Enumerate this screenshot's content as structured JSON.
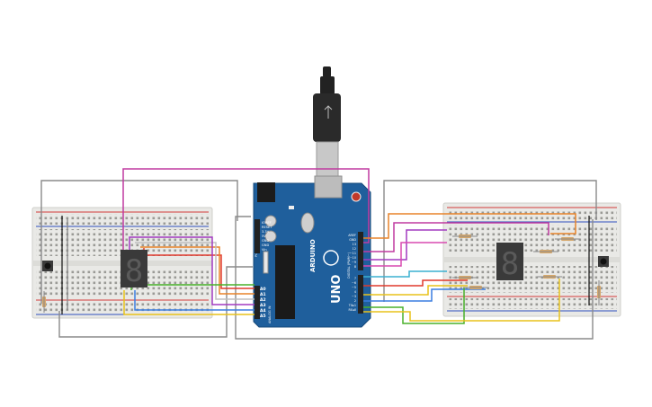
{
  "board": {
    "brand_label": "ARDUINO",
    "model_label": "UNO",
    "header_left_labels": [
      "IOREF",
      "RESET",
      "3.3V",
      "5V",
      "GND",
      "GND",
      "Vin"
    ],
    "analog_labels": [
      "A0",
      "A1",
      "A2",
      "A3",
      "A4",
      "A5"
    ],
    "digital_labels": [
      "AREF",
      "GND",
      "13",
      "12",
      "~11",
      "~10",
      "~9",
      "8",
      "7",
      "~6",
      "~5",
      "4",
      "~3",
      "2",
      "TX▸1",
      "RX◂0"
    ],
    "power_label": "POWER",
    "analog_in_label": "ANALOG IN",
    "digital_label": "DIGITAL (PWM~)"
  },
  "displays": {
    "left_digit": "8",
    "right_digit": "8"
  },
  "colors": {
    "board": "#1f5f9c",
    "breadboard": "#e9e9e6",
    "rail_red": "#d23b3b",
    "rail_blue": "#2e4fbf",
    "display_body": "#3a3a3a",
    "segment": "#4d4d4d"
  }
}
